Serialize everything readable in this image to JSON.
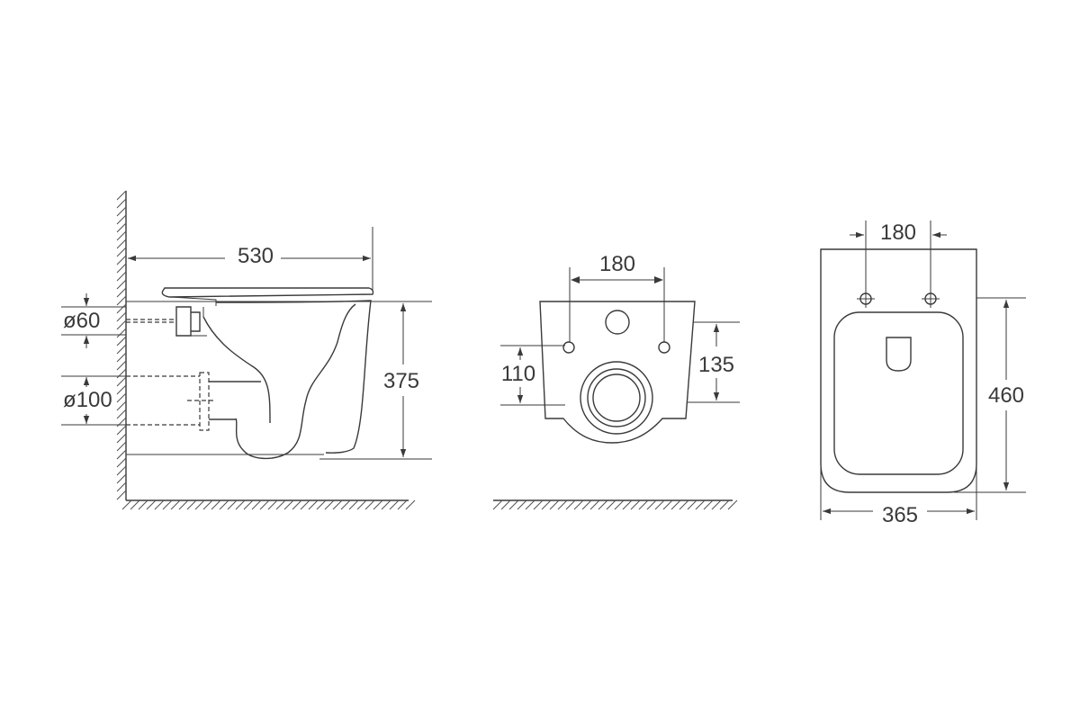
{
  "side_view": {
    "width_label": "530",
    "height_label": "375",
    "inlet_diameter_label": "ø60",
    "outlet_diameter_label": "ø100"
  },
  "back_view": {
    "hole_spacing_label": "180",
    "left_height_label": "110",
    "right_height_label": "135"
  },
  "top_view": {
    "hole_spacing_label": "180",
    "length_label": "460",
    "width_label": "365"
  }
}
